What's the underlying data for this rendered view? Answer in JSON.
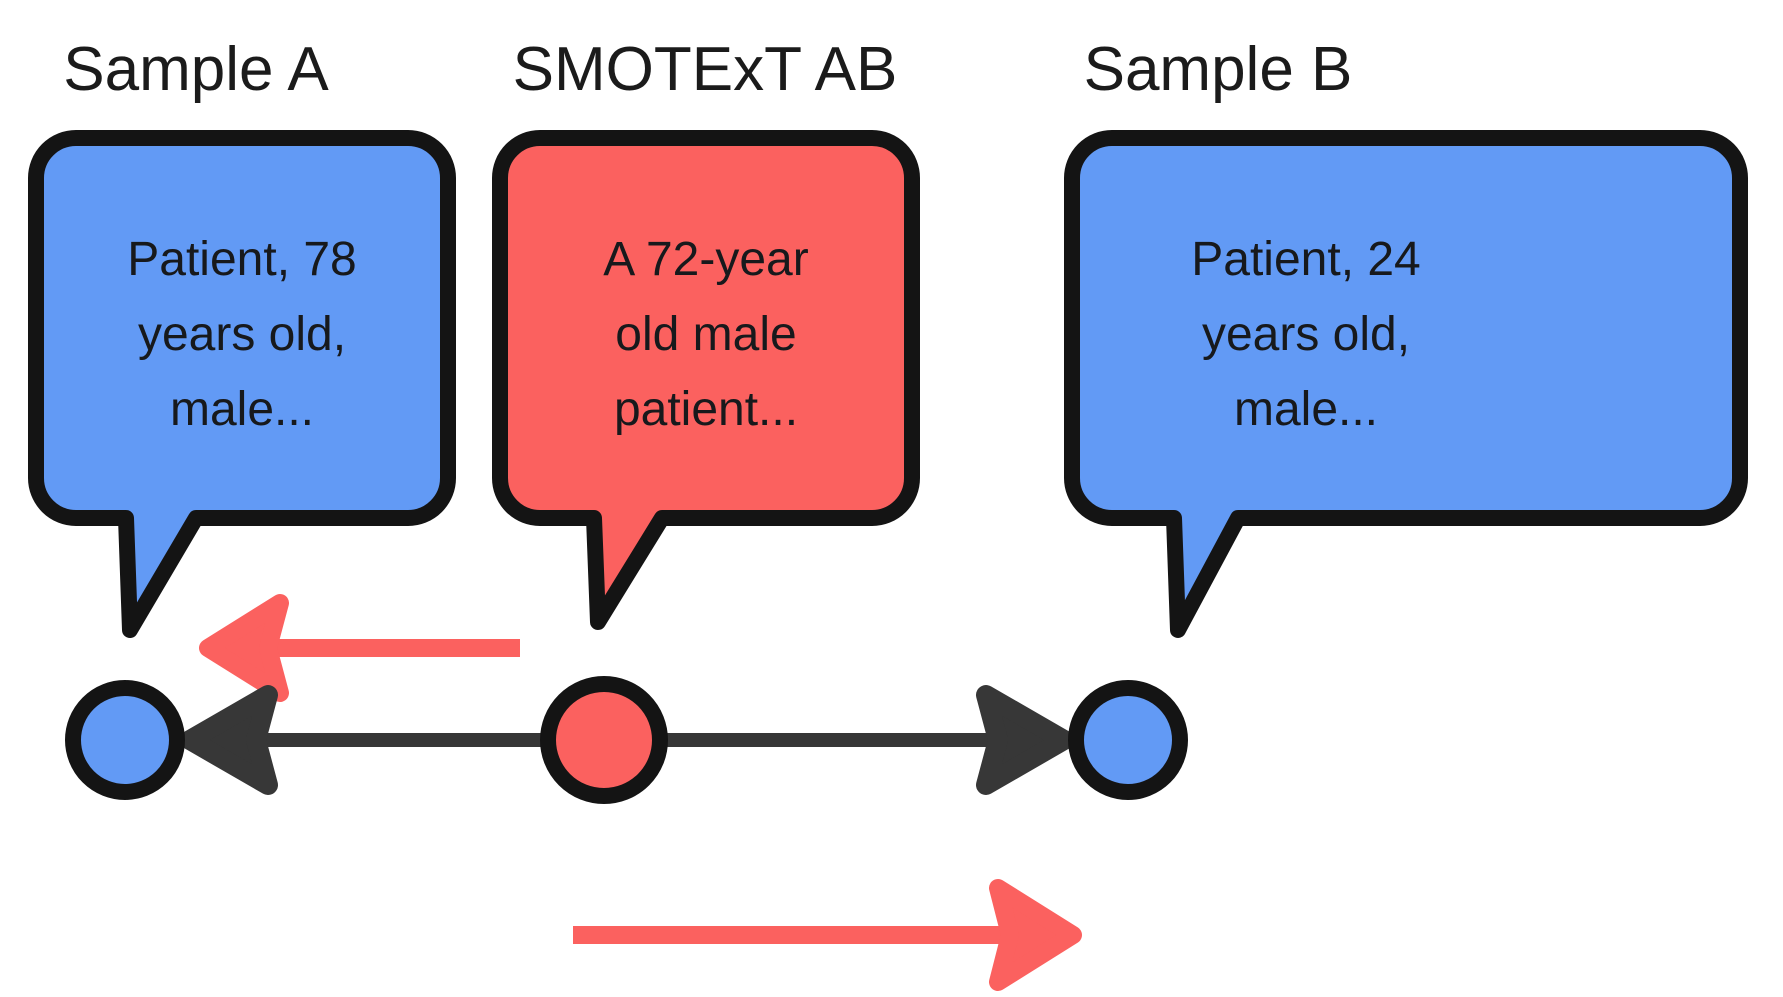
{
  "figure": {
    "background_color": "#ffffff",
    "stroke_color": "#141414",
    "arrow_dark_color": "#373737",
    "blue_color": "#629AF5",
    "red_color": "#FB615F",
    "text_color": "#17191c"
  },
  "columns": [
    {
      "id": "sample-a",
      "title": "Sample A",
      "bubble_color": "#629AF5",
      "bubble_lines": [
        "Patient, 78",
        "years old,",
        "male..."
      ]
    },
    {
      "id": "smotext-ab",
      "title": "SMOTExT AB",
      "bubble_color": "#FB615F",
      "bubble_lines": [
        "A 72-year",
        "old male",
        "patient..."
      ]
    },
    {
      "id": "sample-b",
      "title": "Sample B",
      "bubble_color": "#629AF5",
      "bubble_lines": [
        "Patient, 24",
        "years old,",
        "male..."
      ]
    }
  ],
  "nodes": [
    {
      "id": "node-a",
      "color": "#629AF5",
      "label": ""
    },
    {
      "id": "node-synth",
      "color": "#FB615F",
      "label": ""
    },
    {
      "id": "node-b",
      "color": "#629AF5",
      "label": ""
    }
  ],
  "arrows": [
    {
      "id": "arrow-synth-to-a",
      "color": "#373737",
      "direction": "left",
      "style": "solid"
    },
    {
      "id": "arrow-synth-to-b",
      "color": "#373737",
      "direction": "right",
      "style": "solid"
    },
    {
      "id": "arrow-interp-left",
      "color": "#FB615F",
      "direction": "left",
      "style": "solid"
    },
    {
      "id": "arrow-interp-right",
      "color": "#FB615F",
      "direction": "right",
      "style": "solid"
    }
  ]
}
